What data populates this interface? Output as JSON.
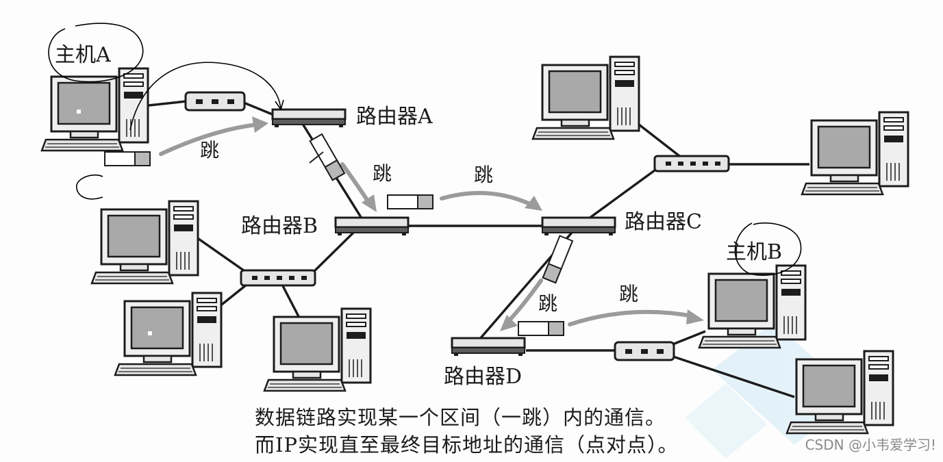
{
  "labels": {
    "host_a": "主机A",
    "host_b": "主机B",
    "router_a": "路由器A",
    "router_b": "路由器B",
    "router_c": "路由器C",
    "router_d": "路由器D",
    "hop": "跳"
  },
  "caption": {
    "line1": "数据链路实现某一个区间（一跳）内的通信。",
    "line2": "而IP实现直至最终目标地址的通信（点对点）。"
  },
  "watermark": "CSDN @小韦爱学习!",
  "colors": {
    "line": "#1c1c1c",
    "screen": "#a9a9a9",
    "device": "#e6e6e6",
    "arrow": "#9b9b9b",
    "handwriting": "#000000",
    "watermark_shape": "#d9ecf6"
  }
}
